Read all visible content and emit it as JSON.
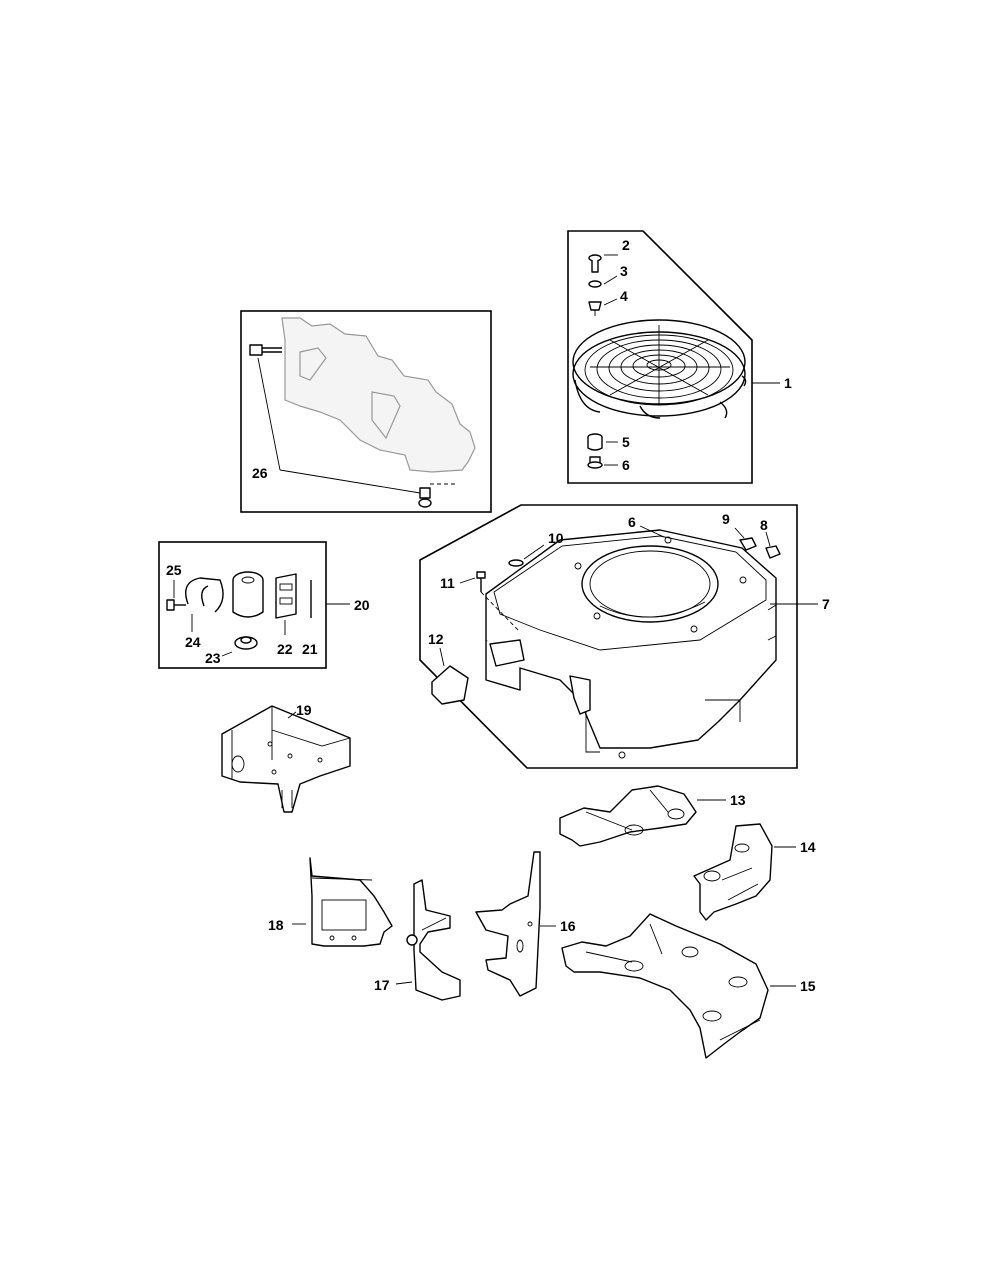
{
  "labels": {
    "l1": "1",
    "l2": "2",
    "l3": "3",
    "l4": "4",
    "l5": "5",
    "l6a": "6",
    "l6b": "6",
    "l7": "7",
    "l8": "8",
    "l9": "9",
    "l10": "10",
    "l11": "11",
    "l12": "12",
    "l13": "13",
    "l14": "14",
    "l15": "15",
    "l16": "16",
    "l17": "17",
    "l18": "18",
    "l19": "19",
    "l20": "20",
    "l21": "21",
    "l22": "22",
    "l23": "23",
    "l24": "24",
    "l25": "25",
    "l26": "26"
  }
}
